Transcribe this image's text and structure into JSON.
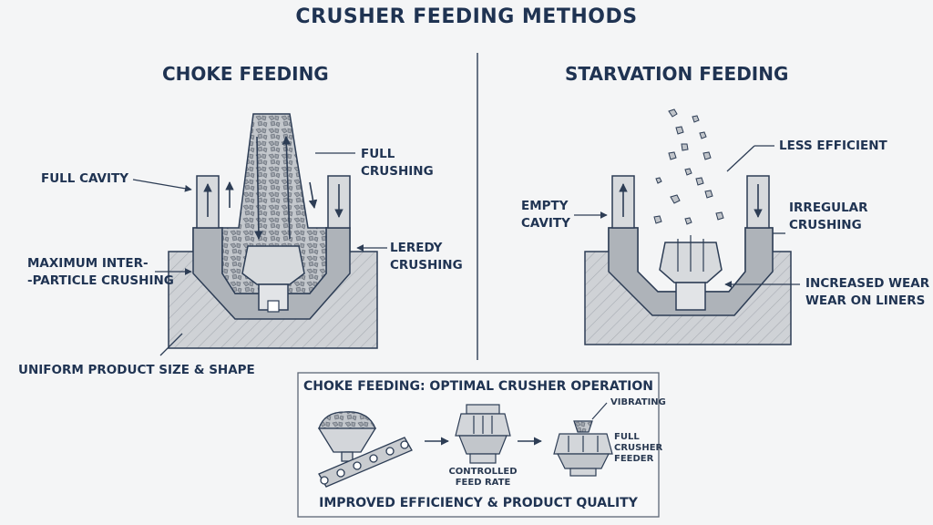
{
  "title": "CRUSHER FEEDING METHODS",
  "choke": {
    "heading": "CHOKE FEEDING",
    "labels": {
      "full_cavity": "FULL CAVITY",
      "full_crushing_1": "FULL",
      "full_crushing_2": "CRUSHING",
      "max_1": "MAXIMUM INTER-",
      "max_2": "-PARTICLE CRUSHING",
      "leredy_1": "LEREDY",
      "leredy_2": "CRUSHING",
      "uniform": "UNIFORM PRODUCT SIZE & SHAPE"
    }
  },
  "starvation": {
    "heading": "STARVATION FEEDING",
    "labels": {
      "less_efficient": "LESS EFFICIENT",
      "empty_1": "EMPTY",
      "empty_2": "CAVITY",
      "irregular_1": "IRREGULAR",
      "irregular_2": "CRUSHING",
      "wear_1": "INCREASED WEAR",
      "wear_2": "WEAR ON LINERS"
    }
  },
  "bottom_box": {
    "title": "CHOKE FEEDING: OPTIMAL CRUSHER OPERATION",
    "vibrating": "VIBRATING",
    "controlled_1": "CONTROLLED",
    "controlled_2": "FEED RATE",
    "full_1": "FULL",
    "full_2": "CRUSHER",
    "full_3": "FEEDER",
    "footer": "IMPROVED EFFICIENCY & PRODUCT QUALITY"
  },
  "colors": {
    "text": "#1f3352",
    "line": "#2d3d55",
    "wall": "#c9ccd0",
    "rock": "#b9bdc2",
    "background": "#f4f5f6"
  }
}
